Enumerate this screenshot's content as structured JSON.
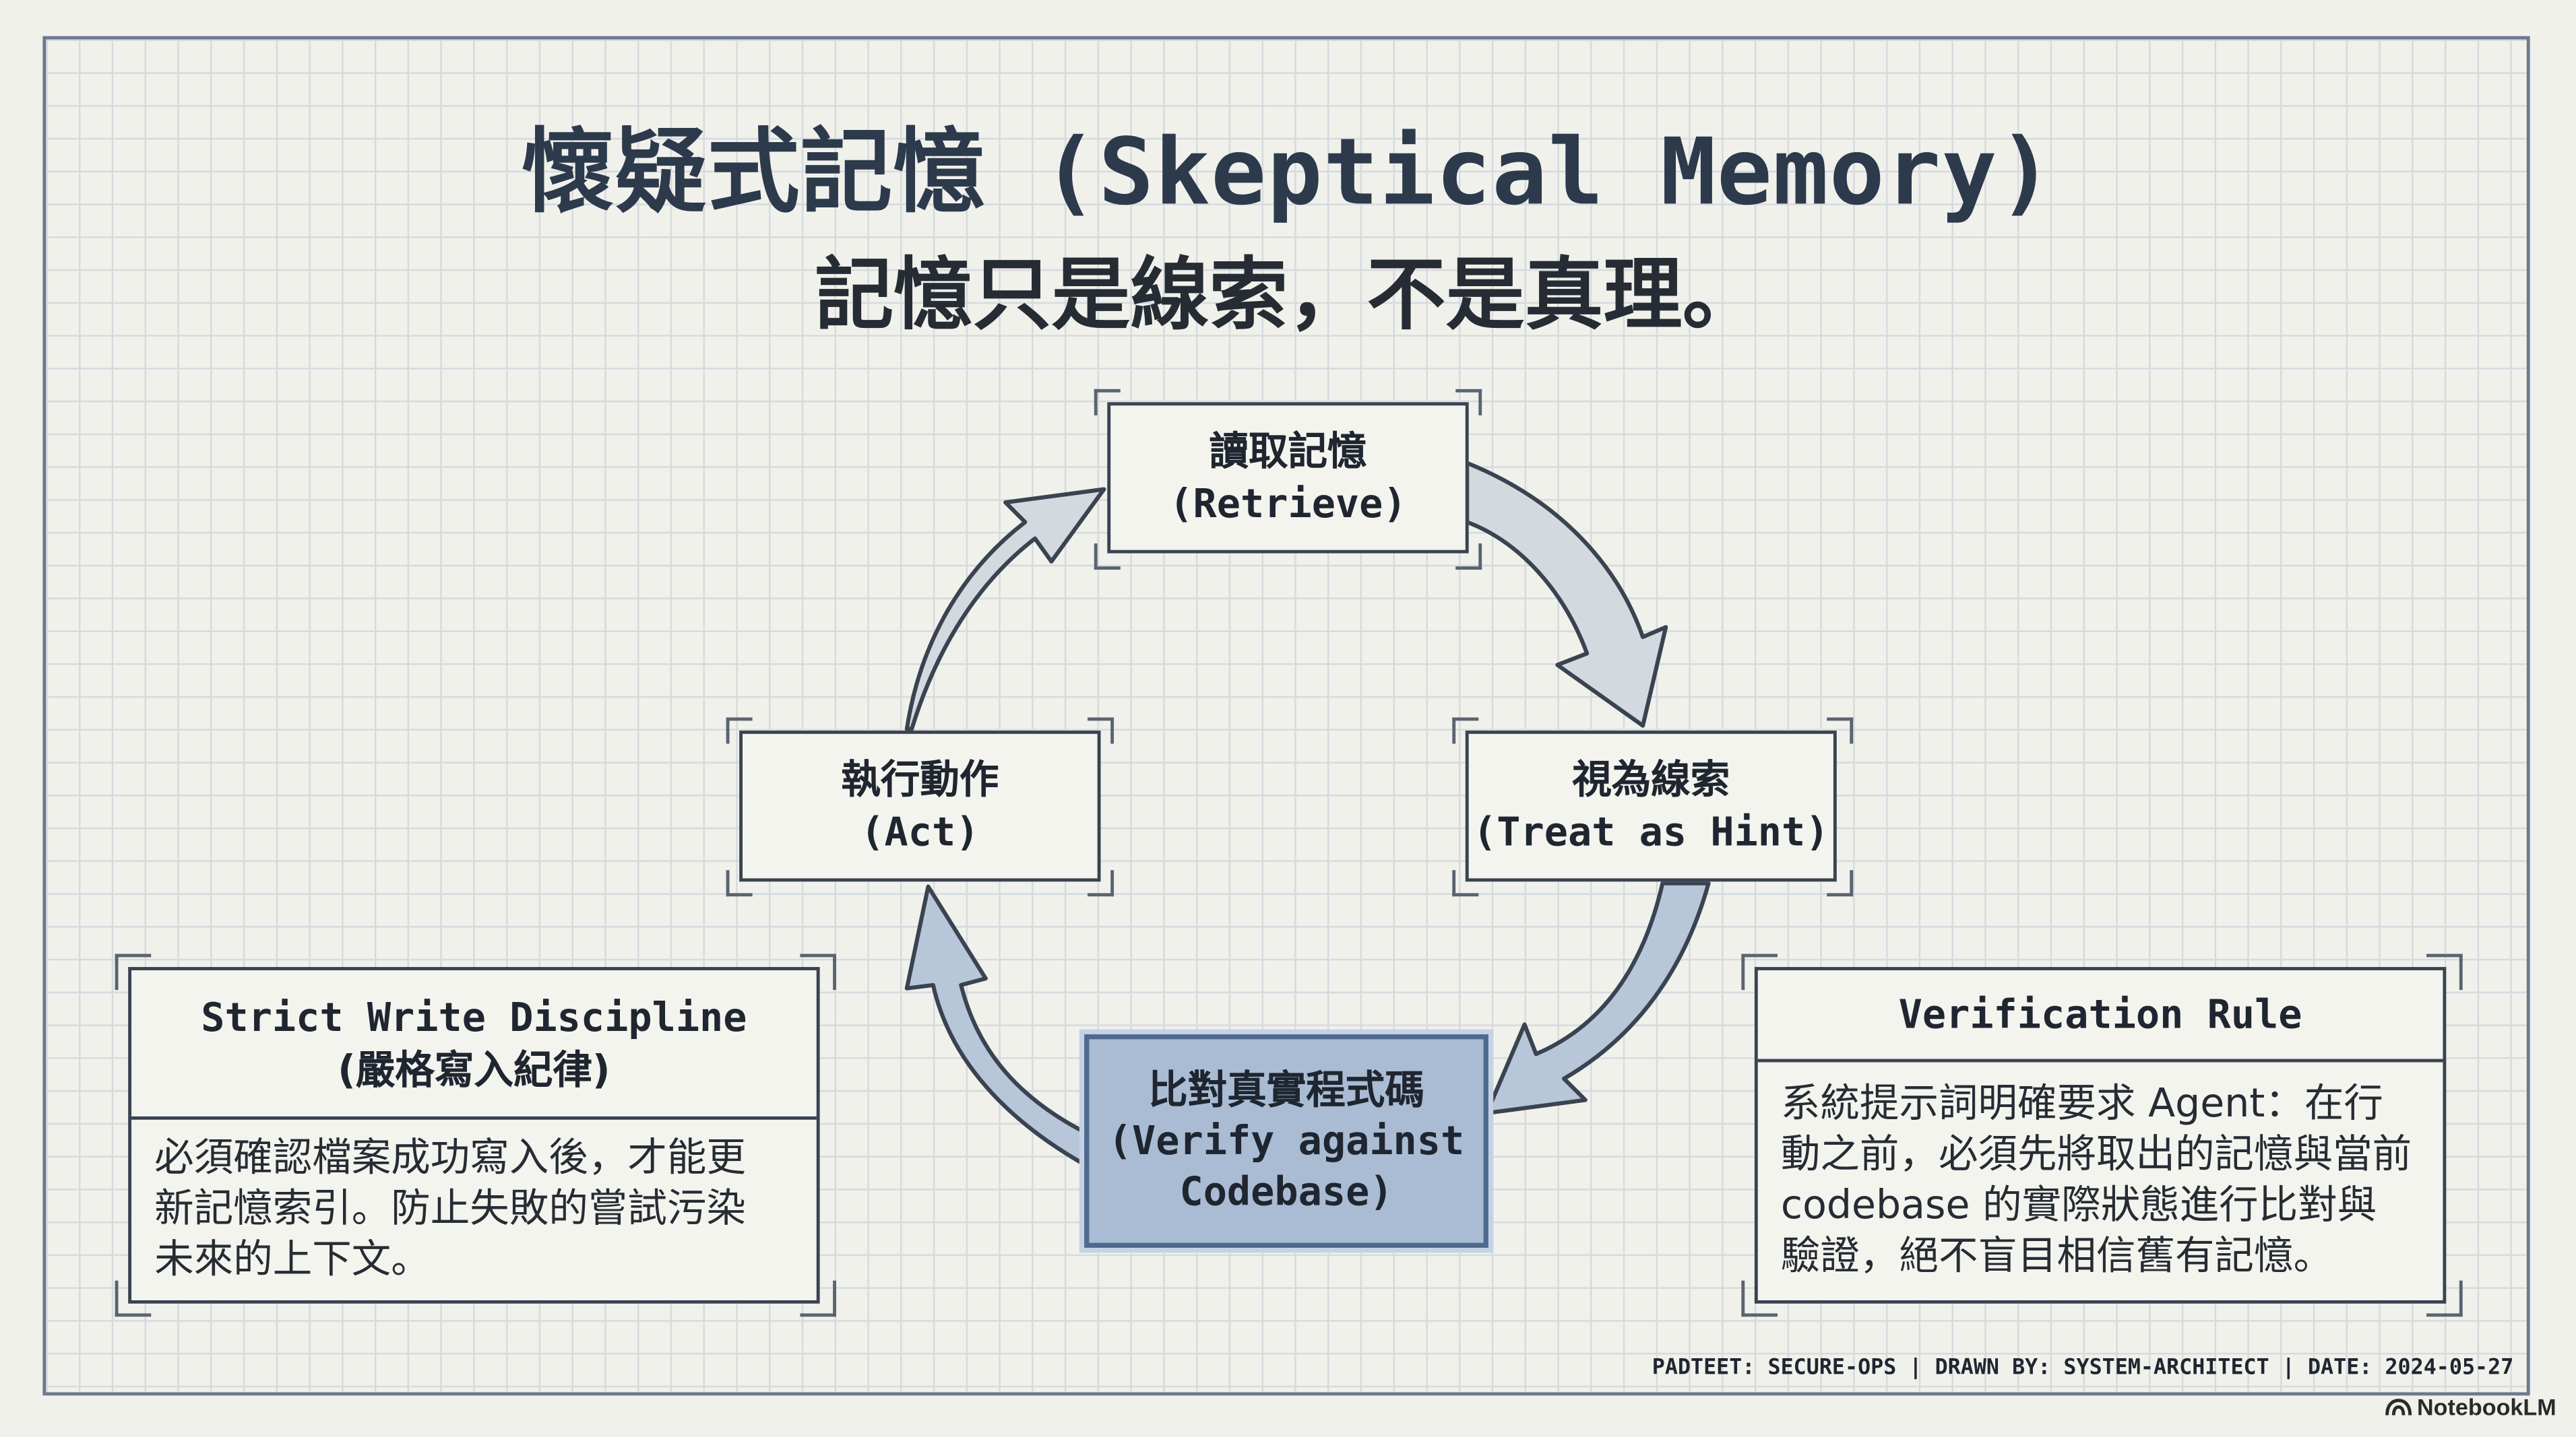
{
  "title": "懷疑式記憶 (Skeptical Memory)",
  "subtitle": "記憶只是線索，不是真理。",
  "cycle": {
    "retrieve": {
      "zh": "讀取記憶",
      "en": "(Retrieve)"
    },
    "hint": {
      "zh": "視為線索",
      "en": "(Treat as Hint)"
    },
    "verify": {
      "zh": "比對真實程式碼",
      "en1": "(Verify against",
      "en2": "Codebase)"
    },
    "act": {
      "zh": "執行動作",
      "en": "(Act)"
    }
  },
  "left_panel": {
    "title": "Strict Write Discipline",
    "subtitle": "(嚴格寫入紀律)",
    "lines": [
      "必須確認檔案成功寫入後，才能更",
      "新記憶索引。防止失敗的嘗試污染",
      "未來的上下文。"
    ]
  },
  "right_panel": {
    "title": "Verification Rule",
    "lines": [
      "系統提示詞明確要求 Agent：在行",
      "動之前，必須先將取出的記憶與當前",
      "codebase 的實際狀態進行比對與",
      "驗證，絕不盲目相信舊有記憶。"
    ]
  },
  "footer": "PADTEET: SECURE-OPS | DRAWN BY: SYSTEM-ARCHITECT | DATE: 2024-05-27",
  "brand": "NotebookLM",
  "colors": {
    "arrow_fill": "#d4d9df",
    "arrow_fill_blue": "#b7c6d8",
    "highlight": "#a9bcd4",
    "outline": "#3a4350"
  }
}
